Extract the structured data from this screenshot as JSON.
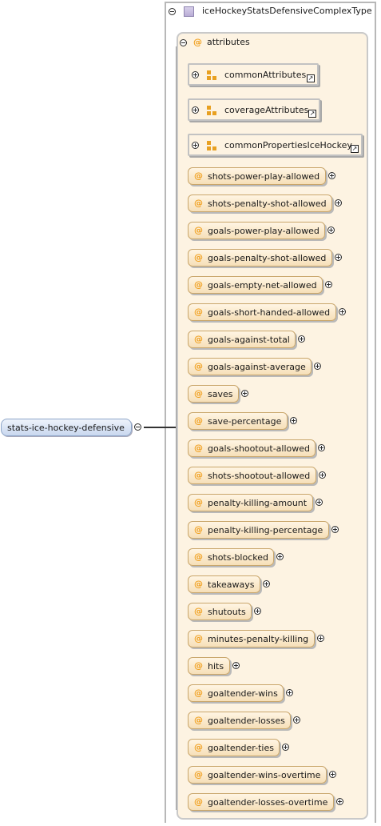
{
  "root_element": "stats-ice-hockey-defensive",
  "complex_type": "iceHockeyStatsDefensiveComplexType",
  "attributes_label": "attributes",
  "attribute_groups": [
    "commonAttributes",
    "coverageAttributes",
    "commonPropertiesIceHockey"
  ],
  "attribute_glyph": "@",
  "attributes": [
    "shots-power-play-allowed",
    "shots-penalty-shot-allowed",
    "goals-power-play-allowed",
    "goals-penalty-shot-allowed",
    "goals-empty-net-allowed",
    "goals-short-handed-allowed",
    "goals-against-total",
    "goals-against-average",
    "saves",
    "save-percentage",
    "goals-shootout-allowed",
    "shots-shootout-allowed",
    "penalty-killing-amount",
    "penalty-killing-percentage",
    "shots-blocked",
    "takeaways",
    "shutouts",
    "minutes-penalty-killing",
    "hits",
    "goaltender-wins",
    "goaltender-losses",
    "goaltender-ties",
    "goaltender-wins-overtime",
    "goaltender-losses-overtime"
  ],
  "colors": {
    "attribute_fill": "#f6dfb8",
    "attribute_border": "#c9a66b",
    "at_sign": "#f0a020",
    "root_fill": "#c9d8ef",
    "group_icon": "#e8a020"
  }
}
